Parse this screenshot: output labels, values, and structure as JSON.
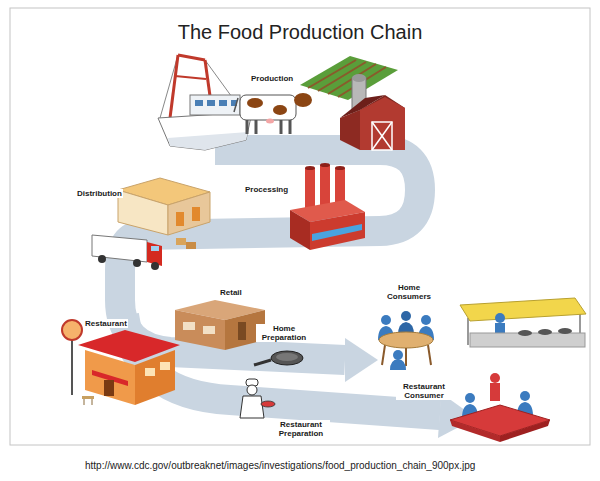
{
  "diagram": {
    "title": "The Food Production Chain",
    "caption": "http://www.cdc.gov/outbreaknet/images/investigations/food_production_chain_900px.jpg",
    "labels": [
      "Production",
      "Processing",
      "Distribution",
      "Retail",
      "Home Consumers",
      "Home Preparation",
      "Restaurant",
      "Restaurant Consumer",
      "Restaurant Preparation"
    ]
  }
}
